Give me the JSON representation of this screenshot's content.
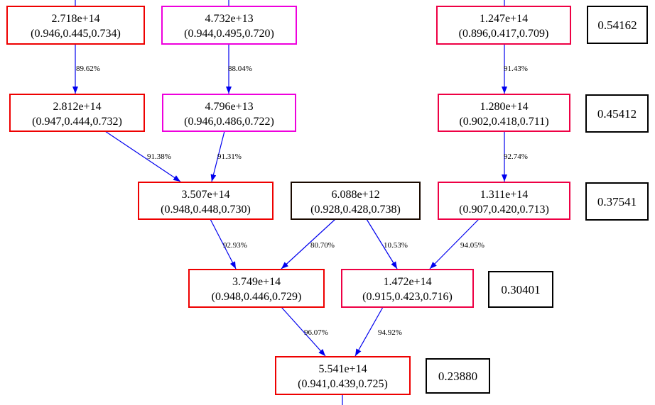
{
  "nodes": [
    {
      "id": "n1",
      "mass": "2.718e+14",
      "triple": "(0.946,0.445,0.734)",
      "border": "#ee0000"
    },
    {
      "id": "n2",
      "mass": "4.732e+13",
      "triple": "(0.944,0.495,0.720)",
      "border": "#ee00dd"
    },
    {
      "id": "n3",
      "mass": "1.247e+14",
      "triple": "(0.896,0.417,0.709)",
      "border": "#ee0044"
    },
    {
      "id": "n4",
      "mass": "2.812e+14",
      "triple": "(0.947,0.444,0.732)",
      "border": "#ee0000"
    },
    {
      "id": "n5",
      "mass": "4.796e+13",
      "triple": "(0.946,0.486,0.722)",
      "border": "#ee00dd"
    },
    {
      "id": "n6",
      "mass": "1.280e+14",
      "triple": "(0.902,0.418,0.711)",
      "border": "#ee0044"
    },
    {
      "id": "n7",
      "mass": "3.507e+14",
      "triple": "(0.948,0.448,0.730)",
      "border": "#ee0000"
    },
    {
      "id": "n8",
      "mass": "6.088e+12",
      "triple": "(0.928,0.428,0.738)",
      "border": "#1a0a00"
    },
    {
      "id": "n9",
      "mass": "1.311e+14",
      "triple": "(0.907,0.420,0.713)",
      "border": "#ee0044"
    },
    {
      "id": "n10",
      "mass": "3.749e+14",
      "triple": "(0.948,0.446,0.729)",
      "border": "#ee0000"
    },
    {
      "id": "n11",
      "mass": "1.472e+14",
      "triple": "(0.915,0.423,0.716)",
      "border": "#ee0044"
    },
    {
      "id": "n12",
      "mass": "5.541e+14",
      "triple": "(0.941,0.439,0.725)",
      "border": "#ee0000"
    }
  ],
  "edges": [
    {
      "from": "n1",
      "to": "n4",
      "label": "89.62%"
    },
    {
      "from": "n2",
      "to": "n5",
      "label": "88.04%"
    },
    {
      "from": "n3",
      "to": "n6",
      "label": "91.43%"
    },
    {
      "from": "n4",
      "to": "n7",
      "label": "91.38%"
    },
    {
      "from": "n5",
      "to": "n7",
      "label": "91.31%"
    },
    {
      "from": "n6",
      "to": "n9",
      "label": "92.74%"
    },
    {
      "from": "n7",
      "to": "n10",
      "label": "92.93%"
    },
    {
      "from": "n8",
      "to": "n10",
      "label": "80.70%"
    },
    {
      "from": "n8",
      "to": "n11",
      "label": "10.53%"
    },
    {
      "from": "n9",
      "to": "n11",
      "label": "94.05%"
    },
    {
      "from": "n10",
      "to": "n12",
      "label": "96.07%"
    },
    {
      "from": "n11",
      "to": "n12",
      "label": "94.92%"
    }
  ],
  "scale_factors": [
    "0.54162",
    "0.45412",
    "0.37541",
    "0.30401",
    "0.23880"
  ],
  "colors": {
    "edge": "#0000ee",
    "scale_border": "#000000"
  }
}
